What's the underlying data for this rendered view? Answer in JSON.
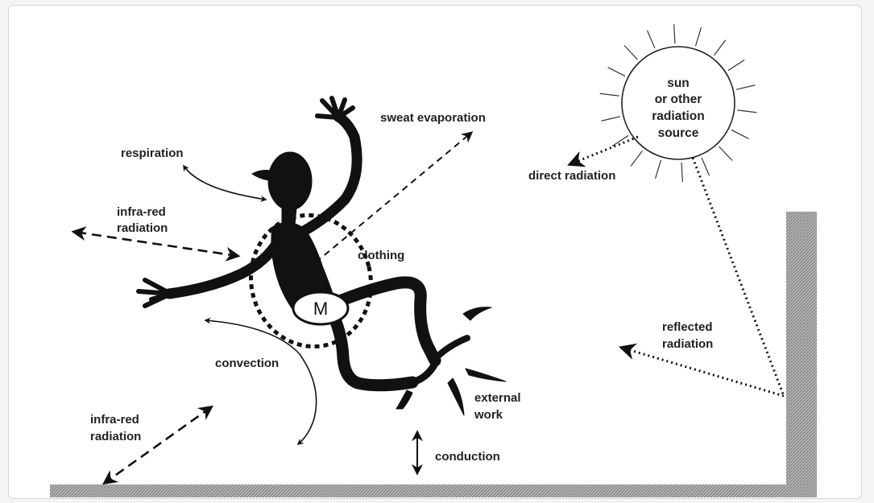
{
  "diagram": {
    "labels": {
      "sweat_evaporation": "sweat evaporation",
      "respiration": "respiration",
      "infra_red_top_line1": "infra-red",
      "infra_red_top_line2": "radiation",
      "clothing": "clothing",
      "metabolism": "M",
      "convection": "convection",
      "infra_red_bottom_line1": "infra-red",
      "infra_red_bottom_line2": "radiation",
      "conduction": "conduction",
      "external_work_line1": "external",
      "external_work_line2": "work",
      "sun_line1": "sun",
      "sun_line2": "or other",
      "sun_line3": "radiation",
      "sun_line4": "source",
      "direct_radiation": "direct radiation",
      "reflected_radiation_line1": "reflected",
      "reflected_radiation_line2": "radiation"
    },
    "colors": {
      "ink": "#111111",
      "wall": "#a9a9a9"
    }
  }
}
